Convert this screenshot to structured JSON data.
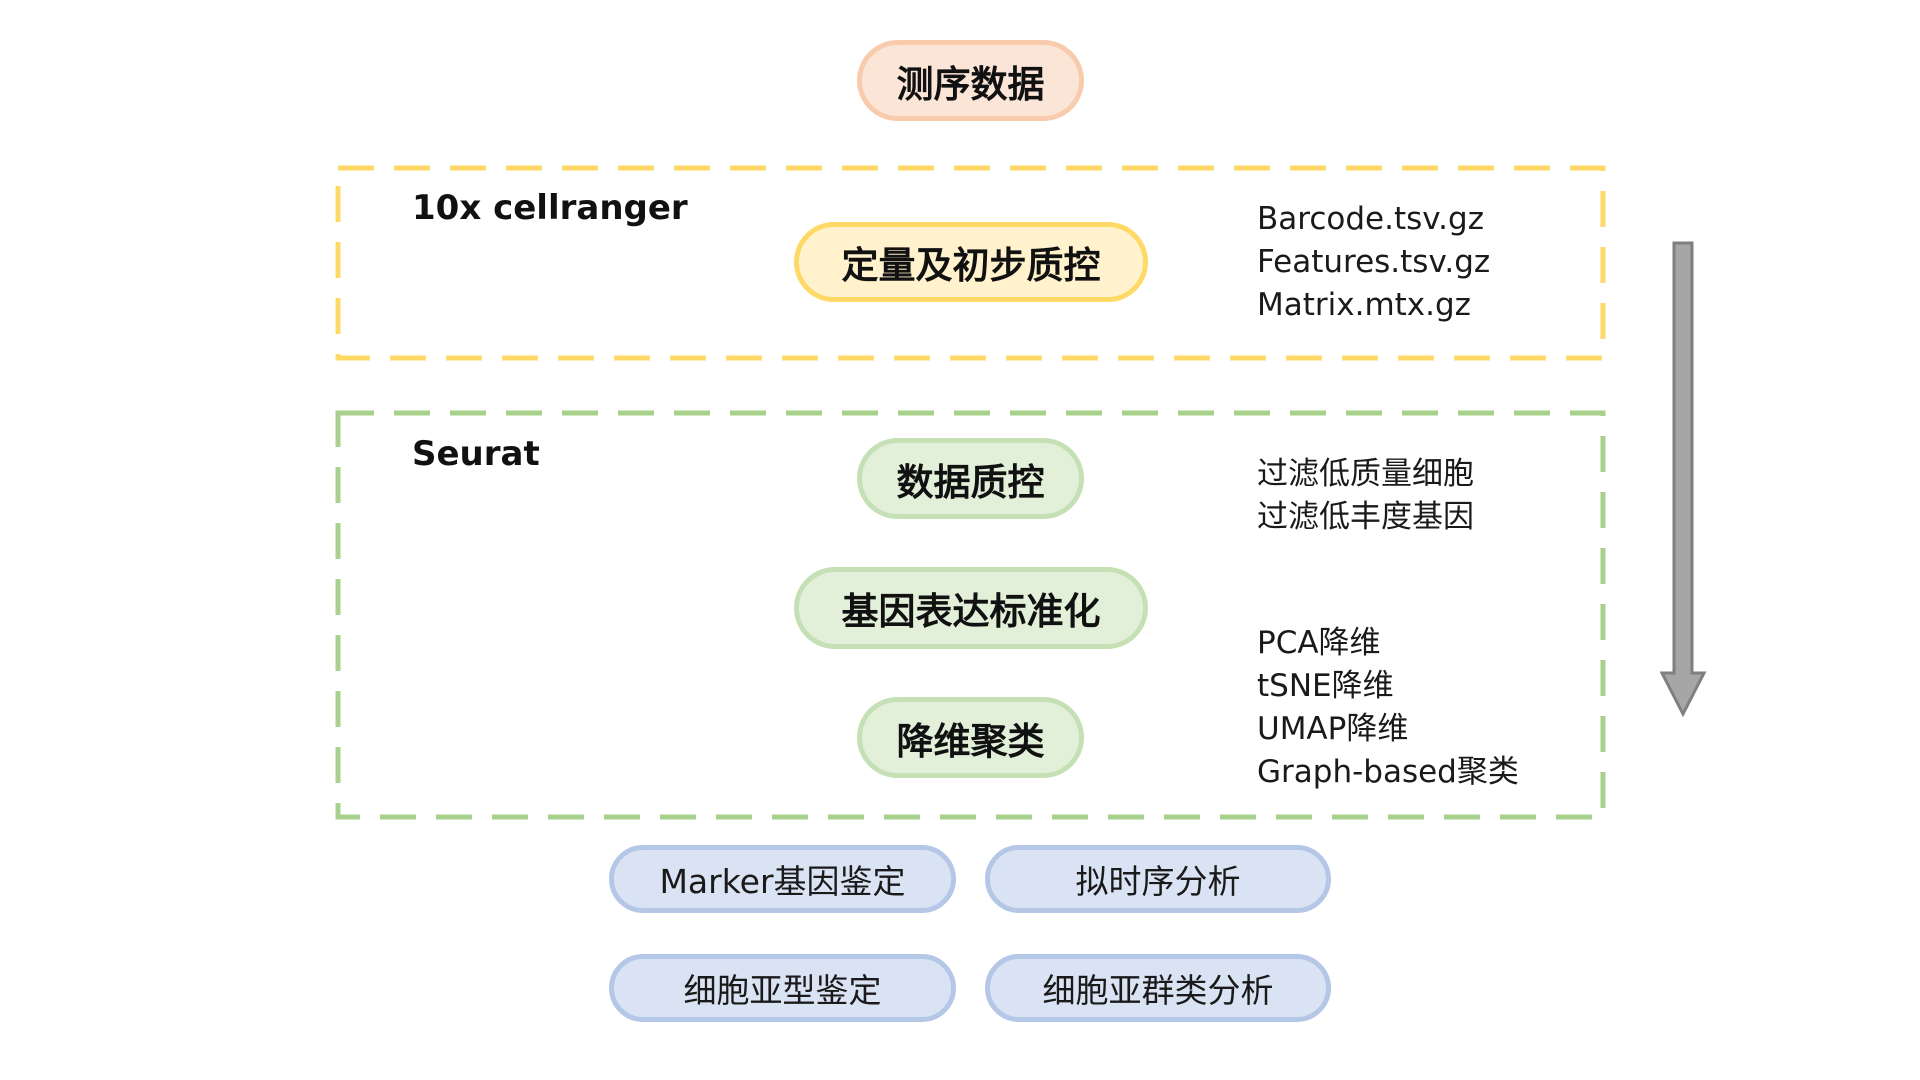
{
  "colors": {
    "peach_fill": "#fbe5d6",
    "peach_border": "#f8cbad",
    "yellow_fill": "#fff2cc",
    "yellow_border": "#ffd966",
    "green_fill": "#e2f0d9",
    "green_border": "#c5e0b4",
    "green_dash": "#a9d18e",
    "blue_fill": "#dae3f3",
    "blue_border": "#b4c7e7",
    "arrow_fill": "#a6a6a6",
    "arrow_stroke": "#7f7f7f"
  },
  "top_node": {
    "label": "测序数据"
  },
  "cellranger_group": {
    "label": "10x cellranger",
    "step": "定量及初步质控",
    "outputs": [
      "Barcode.tsv.gz",
      "Features.tsv.gz",
      "Matrix.mtx.gz"
    ]
  },
  "seurat_group": {
    "label": "Seurat",
    "steps": [
      "数据质控",
      "基因表达标准化",
      "降维聚类"
    ],
    "qc_notes": [
      "过滤低质量细胞",
      "过滤低丰度基因"
    ],
    "dimred_notes": [
      "PCA降维",
      "tSNE降维",
      "UMAP降维",
      "Graph-based聚类"
    ]
  },
  "downstream": [
    "Marker基因鉴定",
    "拟时序分析",
    "细胞亚型鉴定",
    "细胞亚群类分析"
  ]
}
